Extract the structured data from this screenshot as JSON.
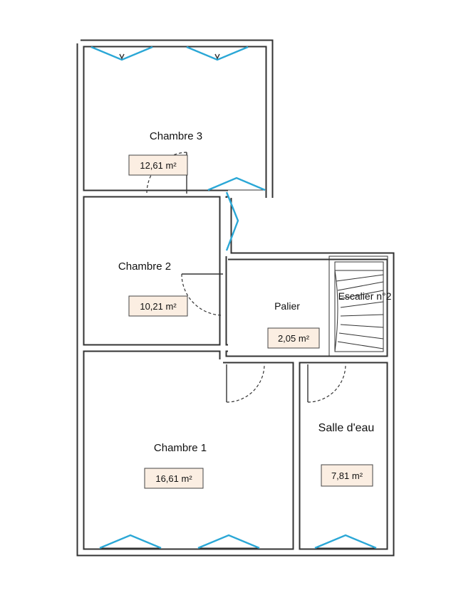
{
  "rooms": [
    {
      "id": "chambre-3",
      "name": "Chambre 3",
      "area": "12,61 m²"
    },
    {
      "id": "chambre-2",
      "name": "Chambre 2",
      "area": "10,21 m²"
    },
    {
      "id": "palier",
      "name": "Palier",
      "area": "2,05 m²"
    },
    {
      "id": "chambre-1",
      "name": "Chambre 1",
      "area": "16,61 m²"
    },
    {
      "id": "salle-deau",
      "name": "Salle d'eau",
      "area": "7,81 m²"
    }
  ],
  "stair_label": "Escalier n°2",
  "colors": {
    "walls": "#333333",
    "windows": "#2aa7d6",
    "area_box_fill": "#fbeee2"
  }
}
